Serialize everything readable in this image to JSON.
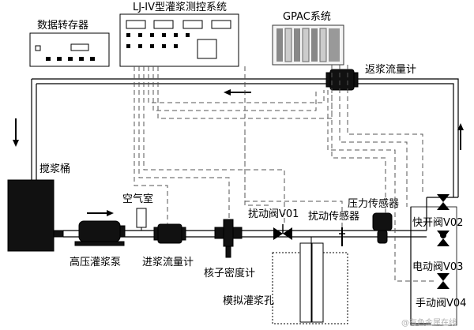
{
  "labels": {
    "data_dump": "数据转存器",
    "controller": "LJ-IV型灌浆测控系统",
    "gpac": "GPAC系统",
    "return_flowmeter": "返浆流量计",
    "mixer_tank": "搅浆桶",
    "air_chamber": "空气室",
    "hp_pump": "高压灌浆泵",
    "inlet_flowmeter": "进浆流量计",
    "nuclear_densimeter": "核子密度计",
    "disturb_valve": "扰动阀V01",
    "disturb_sensor": "扰动传感器",
    "pressure_sensor": "压力传感器",
    "quick_valve": "快开阀V02",
    "electric_valve": "电动阀V03",
    "manual_valve": "手动阀V04",
    "sim_hole": "模拟灌浆孔",
    "watermark": "@有色金属在线"
  },
  "icons": {
    "flow_arrow_top": "arrow-left-icon",
    "flow_arrow_left": "arrow-down-icon",
    "flow_arrow_right": "arrow-up-icon",
    "flow_arrow_pump": "arrow-right-icon"
  },
  "colors": {
    "line": "#000000",
    "signal": "#555555",
    "device_fill": "#111111"
  }
}
